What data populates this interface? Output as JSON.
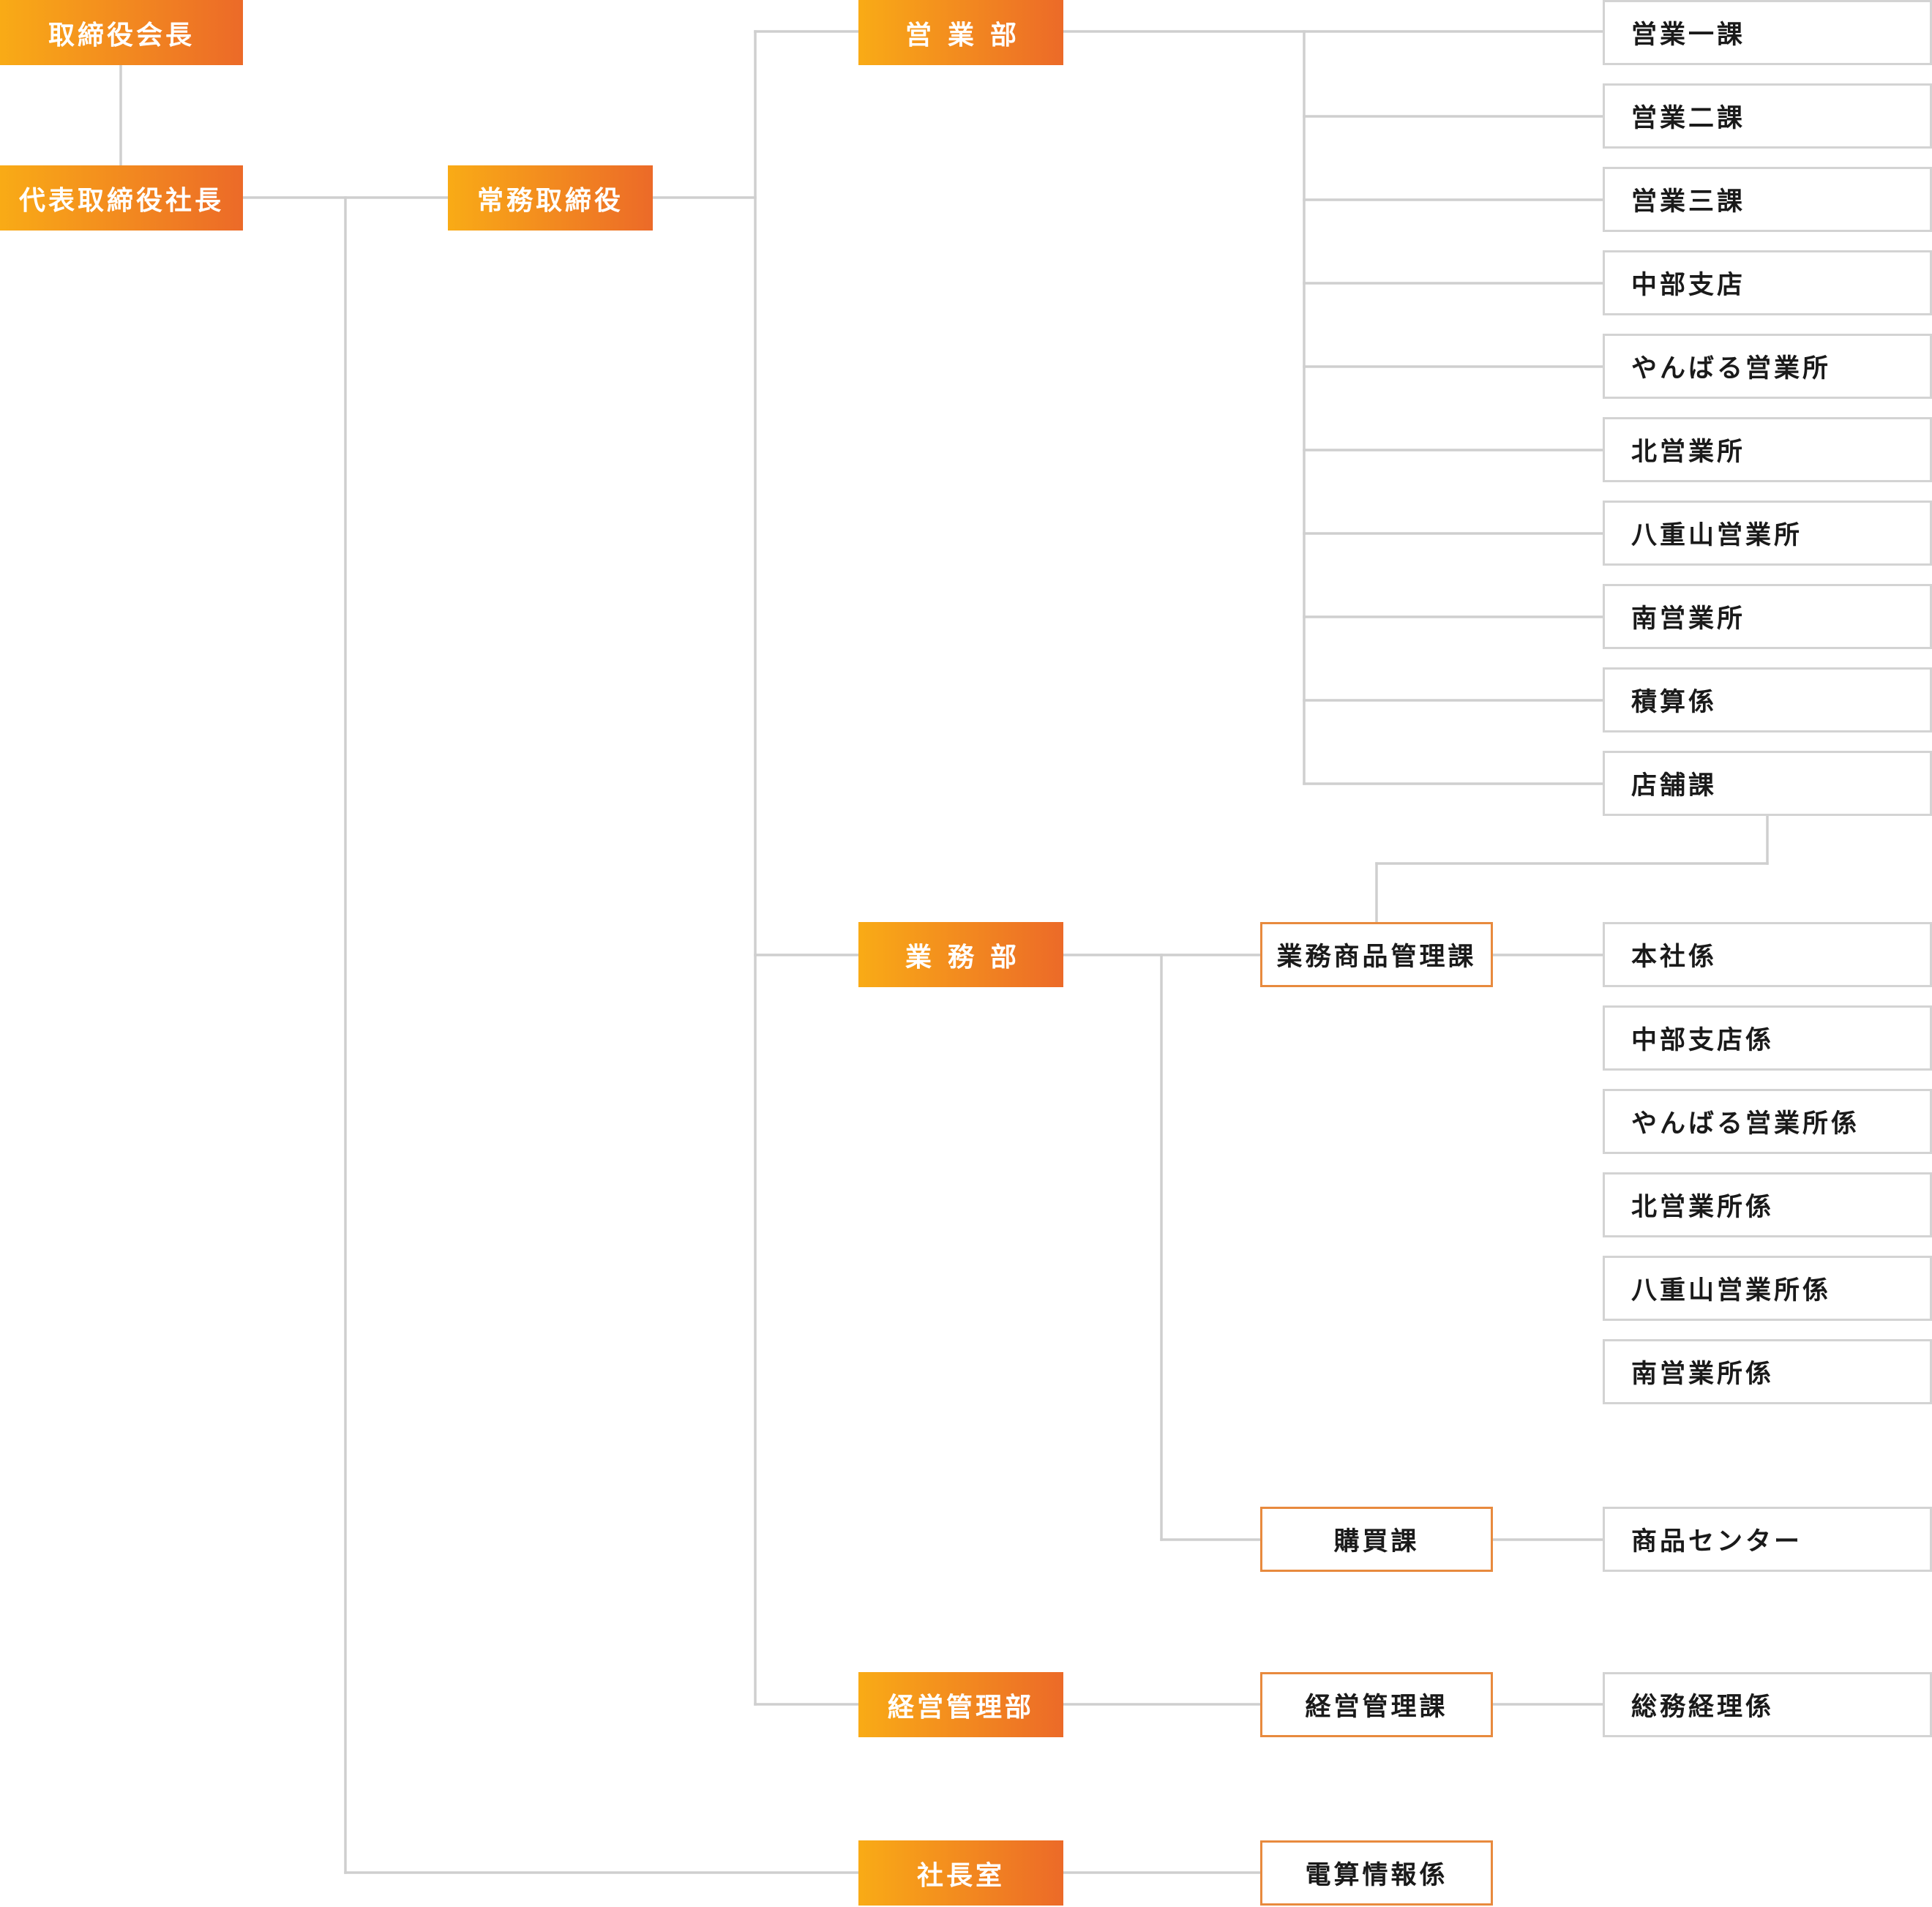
{
  "colors": {
    "gradient_start": "#f9ab16",
    "gradient_end": "#ec6a28",
    "mid_border": "#e88a3e",
    "leaf_border": "#d3d3d3",
    "line": "#cfcfcf"
  },
  "org": {
    "chairman": "取締役会長",
    "president": "代表取締役社長",
    "managing_director": "常務取締役",
    "departments": {
      "sales": "営業部",
      "operations": "業務部",
      "management": "経営管理部",
      "president_office": "社長室"
    },
    "sales_units": [
      "営業一課",
      "営業二課",
      "営業三課",
      "中部支店",
      "やんばる営業所",
      "北営業所",
      "八重山営業所",
      "南営業所",
      "積算係",
      "店舗課"
    ],
    "sections": {
      "merchandise_mgmt": "業務商品管理課",
      "purchasing": "購買課",
      "management_section": "経営管理課",
      "computing": "電算情報係"
    },
    "merchandise_units": [
      "本社係",
      "中部支店係",
      "やんばる営業所係",
      "北営業所係",
      "八重山営業所係",
      "南営業所係"
    ],
    "purchasing_units": [
      "商品センター"
    ],
    "management_units": [
      "総務経理係"
    ]
  }
}
